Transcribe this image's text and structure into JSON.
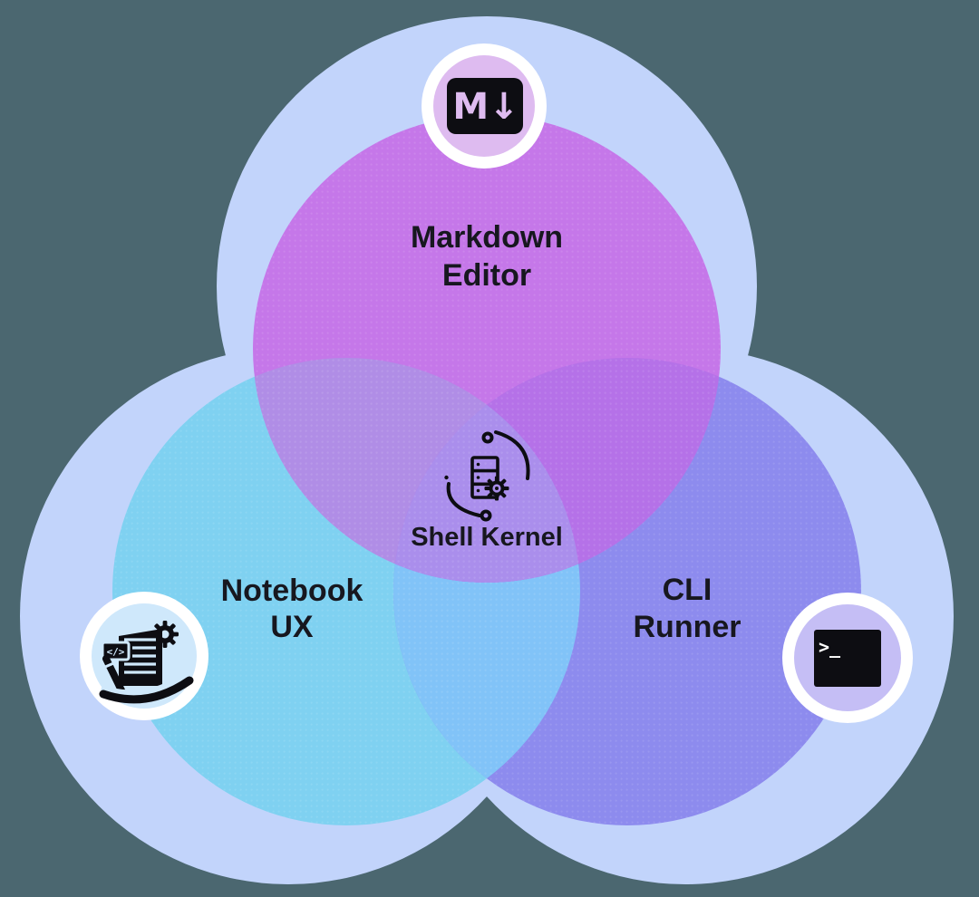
{
  "colors": {
    "background": "#4b6770",
    "halo": "#c2d4fb",
    "markdown_set": "#c577e9",
    "notebook_set": "#7fd1f1",
    "cli_set": "#8d8bee",
    "overlap_markdown_notebook": "#b08de6",
    "overlap_markdown_cli": "#b571e8",
    "overlap_notebook_cli": "#81c3f8",
    "overlap_center": "#aa8eec",
    "badge_ring": "#ffffff",
    "markdown_badge_bg": "#debbf0",
    "notebook_badge_bg": "#cfe8fb",
    "cli_badge_bg": "#c5bef5",
    "icon_ink": "#0d0d12",
    "label_ink": "#17171f",
    "terminal_text": "#ffffff"
  },
  "venn": {
    "sets": [
      {
        "id": "markdown-editor",
        "label": [
          "Markdown",
          "Editor"
        ],
        "icon": "markdown-icon",
        "badge_glyph": "M↓"
      },
      {
        "id": "notebook-ux",
        "label": [
          "Notebook",
          "UX"
        ],
        "icon": "notebook-code-icon",
        "badge_glyph": "</>"
      },
      {
        "id": "cli-runner",
        "label": [
          "CLI",
          "Runner"
        ],
        "icon": "terminal-icon",
        "badge_glyph": ">_"
      }
    ],
    "center": {
      "label": "Shell Kernel",
      "icon": "kernel-sync-icon"
    }
  }
}
